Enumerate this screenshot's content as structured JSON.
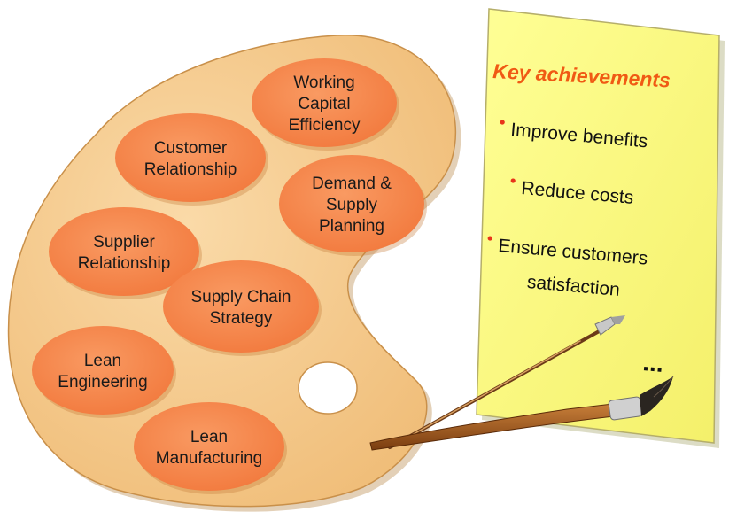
{
  "palette_nodes": [
    {
      "id": "working-capital",
      "lines": [
        "Working",
        "Capital",
        "Efficiency"
      ]
    },
    {
      "id": "customer-relationship",
      "lines": [
        "Customer",
        "Relationship"
      ]
    },
    {
      "id": "demand-supply",
      "lines": [
        "Demand &",
        "Supply",
        "Planning"
      ]
    },
    {
      "id": "supplier-relationship",
      "lines": [
        "Supplier",
        "Relationship"
      ]
    },
    {
      "id": "supply-chain-strategy",
      "lines": [
        "Supply Chain",
        "Strategy"
      ]
    },
    {
      "id": "lean-engineering",
      "lines": [
        "Lean",
        "Engineering"
      ]
    },
    {
      "id": "lean-manufacturing",
      "lines": [
        "Lean",
        "Manufacturing"
      ]
    }
  ],
  "note": {
    "title": "Key achievements",
    "items": [
      {
        "lines": [
          "Improve benefits"
        ]
      },
      {
        "lines": [
          "Reduce costs"
        ]
      },
      {
        "lines": [
          "Ensure customers",
          "satisfaction"
        ]
      }
    ],
    "ellipsis": "..."
  },
  "colors": {
    "palette": "#f5c98a",
    "palette_edge": "#c9904a",
    "node_fill": "#f7894f",
    "note_fill": "#ffff80",
    "note_edge": "#a6a060",
    "title_color": "#f05a14",
    "bullet_color": "#e8341a"
  }
}
